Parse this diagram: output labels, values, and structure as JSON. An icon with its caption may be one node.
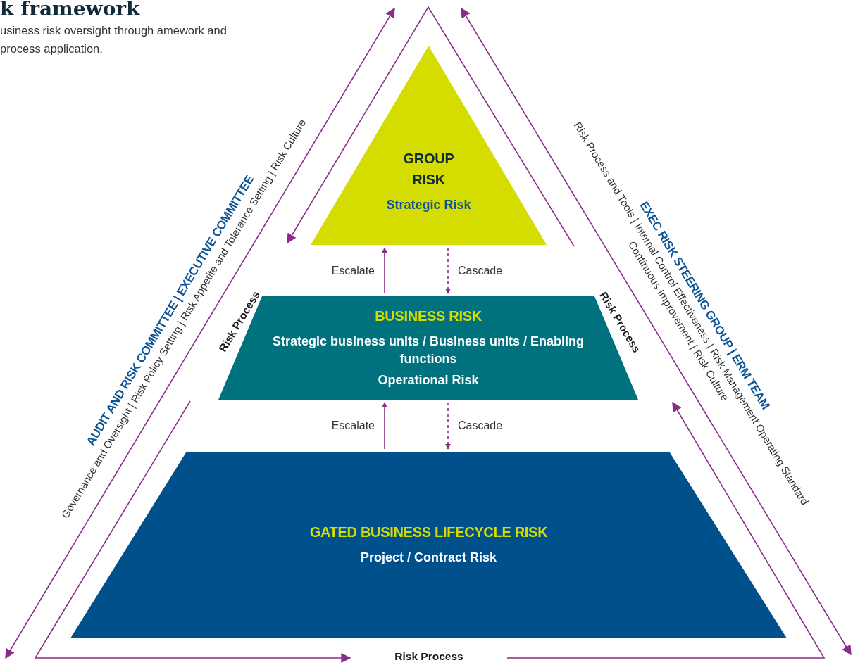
{
  "diagram": {
    "title": "k framework",
    "nodes": [
      {
        "text": [
          "GROUP RISK",
          "Strategic Risk"
        ]
      },
      {
        "text": [
          "BUSINESS RISK",
          "Strategic business units / Business units / Enabling functions",
          "Operational Risk"
        ]
      },
      {
        "text": [
          "GATED BUSINESS LIFECYCLE RISK",
          "Project / Contract Risk"
        ]
      }
    ],
    "edges": [
      {
        "from": 1,
        "to": 0,
        "arrow": "to",
        "label": "Escalate"
      },
      {
        "from": 0,
        "to": 1,
        "arrow": "to",
        "label": "Cascade",
        "style": "dashed"
      },
      {
        "from": 2,
        "to": 1,
        "arrow": "to",
        "label": "Escalate"
      },
      {
        "from": 1,
        "to": 2,
        "arrow": "to",
        "label": "Cascade",
        "style": "dashed"
      }
    ],
    "labels": [
      "usiness risk oversight through amework and process application.",
      "AUDIT AND RISK COMMITTEE | EXECUTIVE COMMITTEE",
      "Governance and Oversight | Risk Policy Setting | Risk Appetite and Tolerance Setting | Risk Culture",
      "Risk Process",
      "Risk Process and Tools | Internal Control Effectiveness | Risk Management Operating Standard",
      "EXEC RISK STEERING GROUP | ERM TEAM",
      "Continuous Improvement | Risk Culture",
      "Risk Process",
      "Risk Process"
    ]
  }
}
